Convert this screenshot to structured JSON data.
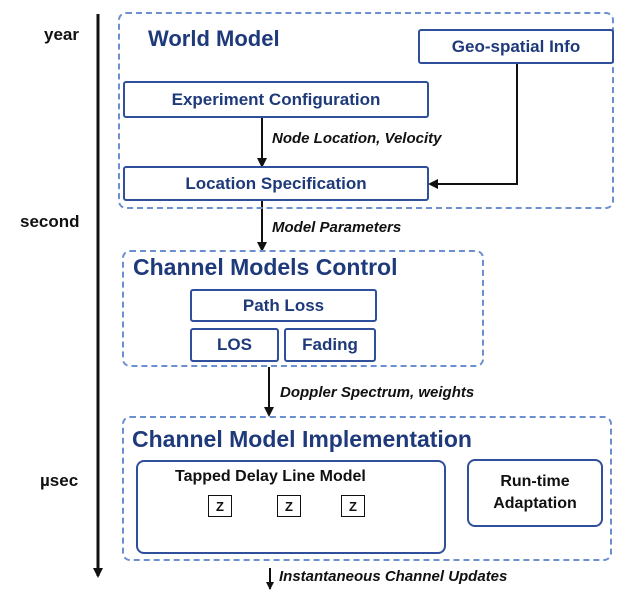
{
  "time_axis": {
    "top": "year",
    "middle": "second",
    "bottom": "µsec"
  },
  "world_model": {
    "title": "World Model",
    "geo_info": "Geo-spatial Info",
    "experiment_configuration": "Experiment Configuration",
    "location_specification": "Location Specification",
    "node_arrow_label": "Node Location, Velocity"
  },
  "model_parameters_label": "Model Parameters",
  "channel_models_control": {
    "title": "Channel Models Control",
    "path_loss": "Path Loss",
    "los": "LOS",
    "fading": "Fading"
  },
  "doppler_label": "Doppler Spectrum, weights",
  "channel_model_implementation": {
    "title": "Channel Model Implementation",
    "tdl_title": "Tapped Delay Line Model",
    "delay_symbol": "Z",
    "runtime_adaptation": [
      "Run-time",
      "Adaptation"
    ]
  },
  "instantaneous_label": "Instantaneous Channel Updates"
}
